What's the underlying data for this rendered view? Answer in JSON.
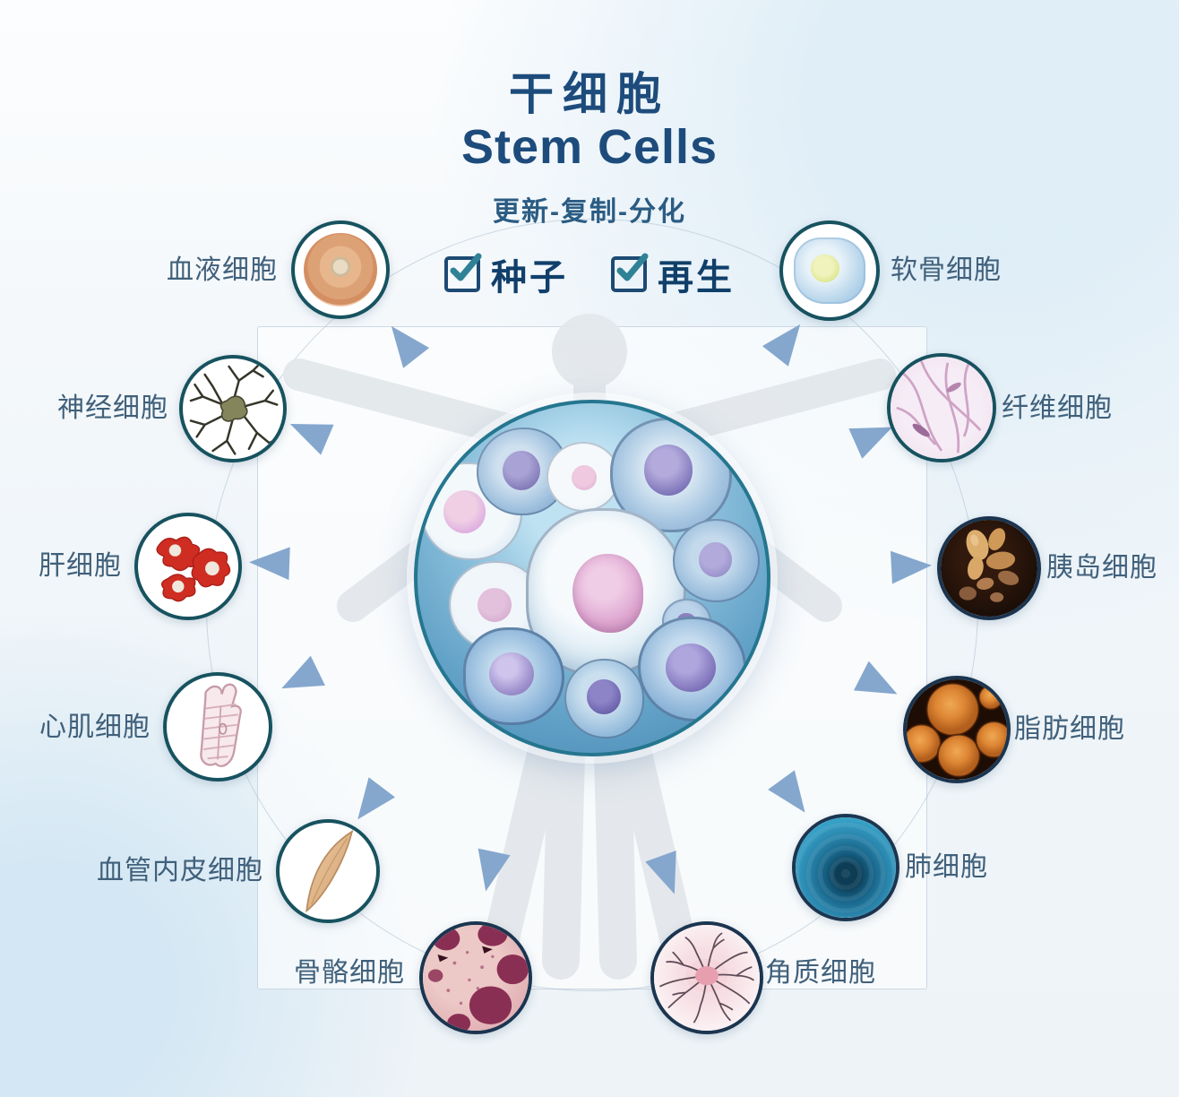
{
  "title": {
    "zh": "干细胞",
    "en": "Stem Cells",
    "subtitle": "更新-复制-分化"
  },
  "features": [
    {
      "label": "种子",
      "icon": "checkbox-checked"
    },
    {
      "label": "再生",
      "icon": "checkbox-checked"
    }
  ],
  "center": {
    "icon": "stem-cell-micrograph"
  },
  "cells": [
    {
      "label": "血液细胞",
      "icon": "blood-cell",
      "side": "left"
    },
    {
      "label": "软骨细胞",
      "icon": "cartilage-cell",
      "side": "right"
    },
    {
      "label": "神经细胞",
      "icon": "nerve-cell",
      "side": "left"
    },
    {
      "label": "纤维细胞",
      "icon": "fiber-cell",
      "side": "right"
    },
    {
      "label": "肝细胞",
      "icon": "liver-cell",
      "side": "left"
    },
    {
      "label": "胰岛细胞",
      "icon": "islet-cell",
      "side": "right"
    },
    {
      "label": "心肌细胞",
      "icon": "cardiac-muscle-cell",
      "side": "left"
    },
    {
      "label": "脂肪细胞",
      "icon": "fat-cell",
      "side": "right"
    },
    {
      "label": "血管内皮细胞",
      "icon": "endothelial-cell",
      "side": "left"
    },
    {
      "label": "肺细胞",
      "icon": "lung-cell",
      "side": "right"
    },
    {
      "label": "骨骼细胞",
      "icon": "bone-cell",
      "side": "left"
    },
    {
      "label": "角质细胞",
      "icon": "keratinocyte-cell",
      "side": "right"
    }
  ],
  "colors": {
    "title": "#1d4c7c",
    "label": "#40607b",
    "arrow": "#85a7ce",
    "circle_border": "#17525f",
    "check_mark": "#2f8296",
    "check_box": "#1d4a73"
  }
}
